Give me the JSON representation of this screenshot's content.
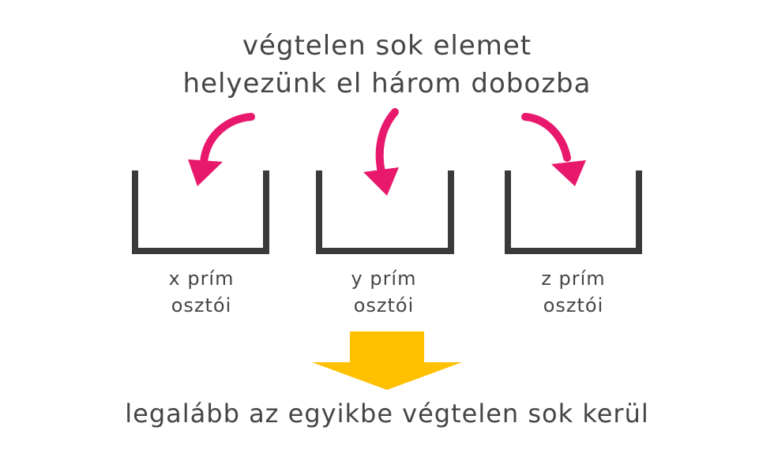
{
  "title": {
    "line1": "végtelen sok elemet",
    "line2": "helyezünk el három dobozba"
  },
  "boxes": [
    {
      "line1": "x prím",
      "line2": "osztói"
    },
    {
      "line1": "y prím",
      "line2": "osztói"
    },
    {
      "line1": "z prím",
      "line2": "osztói"
    }
  ],
  "conclusion": "legalább az egyikbe végtelen sok kerül",
  "colors": {
    "text": "#454545",
    "box": "#3a3a3a",
    "curved_arrow": "#e8186d",
    "down_arrow": "#ffc000",
    "background": "#ffffff"
  }
}
